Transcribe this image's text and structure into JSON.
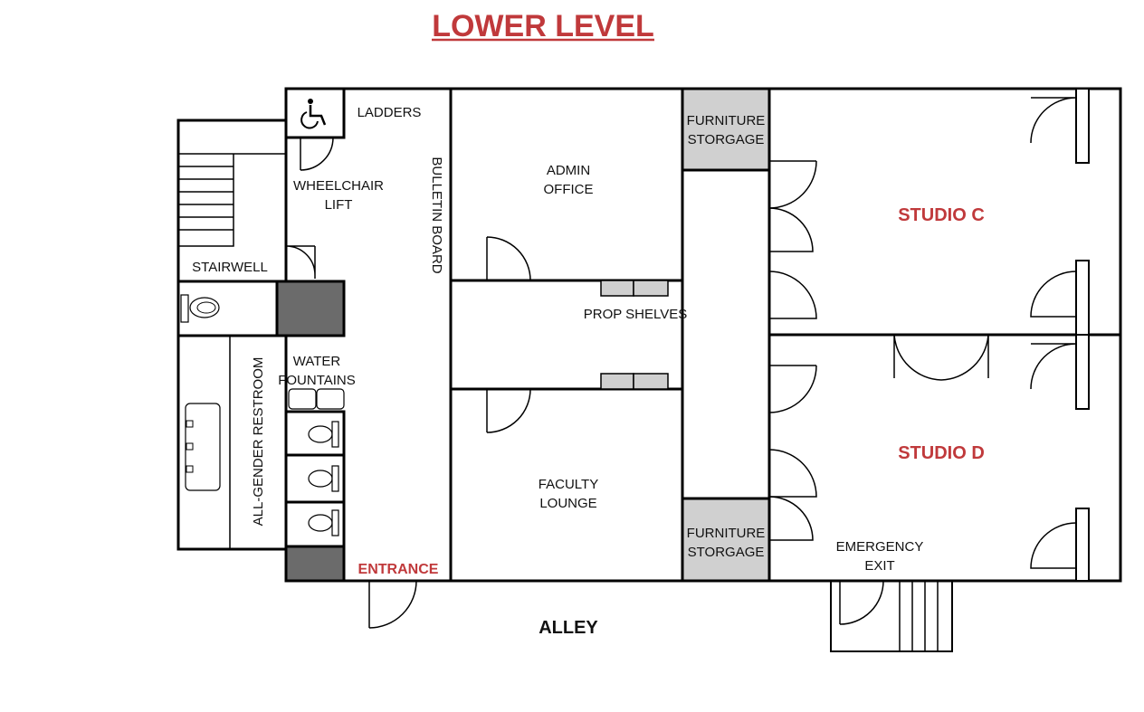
{
  "title": "LOWER LEVEL",
  "colors": {
    "accent_red": "#c0393b",
    "storage_gray": "#d0d0d0",
    "solid_gray": "#6b6b6b",
    "wall": "#000000"
  },
  "rooms": {
    "ladders": "LADDERS",
    "wheelchair_lift": [
      "WHEELCHAIR",
      "LIFT"
    ],
    "stairwell": "STAIRWELL",
    "bulletin_board": "BULLETIN BOARD",
    "admin_office": [
      "ADMIN",
      "OFFICE"
    ],
    "furniture_storage_top": [
      "FURNITURE",
      "STORGAGE"
    ],
    "furniture_storage_bottom": [
      "FURNITURE",
      "STORGAGE"
    ],
    "studio_c": "STUDIO C",
    "studio_d": "STUDIO D",
    "prop_shelves": "PROP SHELVES",
    "water_fountains": [
      "WATER",
      "FOUNTAINS"
    ],
    "all_gender_restroom": "ALL-GENDER RESTROOM",
    "faculty_lounge": [
      "FACULTY",
      "LOUNGE"
    ],
    "emergency_exit": [
      "EMERGENCY",
      "EXIT"
    ],
    "entrance": "ENTRANCE",
    "alley": "ALLEY"
  },
  "icons": [
    "wheelchair-icon",
    "toilet-icon",
    "sink-icon",
    "stairs-icon",
    "door-icon"
  ]
}
